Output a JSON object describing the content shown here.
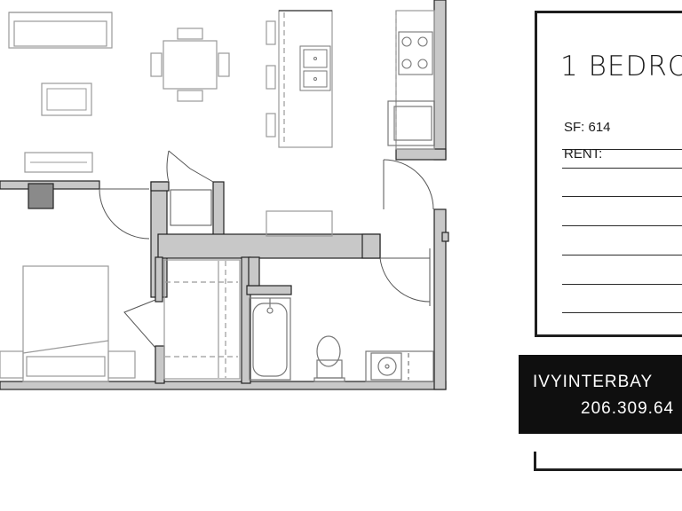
{
  "unit": {
    "title": "1 BEDRO",
    "sf_label": "SF: 614",
    "rent_label": "RENT:"
  },
  "contact": {
    "name": "IVYINTERBAY",
    "phone": "206.309.64"
  },
  "colors": {
    "wall_fill": "#c8c8c8",
    "wall_outline": "#222222",
    "fixture_line": "#8a8a8a",
    "contact_bg": "#0f0f0f",
    "contact_text": "#ffffff"
  },
  "icons": [
    "bed-icon",
    "sofa-icon",
    "dining-table-icon",
    "stovetop-icon",
    "sink-icon",
    "bathtub-icon",
    "toilet-icon",
    "washer-icon",
    "refrigerator-icon"
  ]
}
